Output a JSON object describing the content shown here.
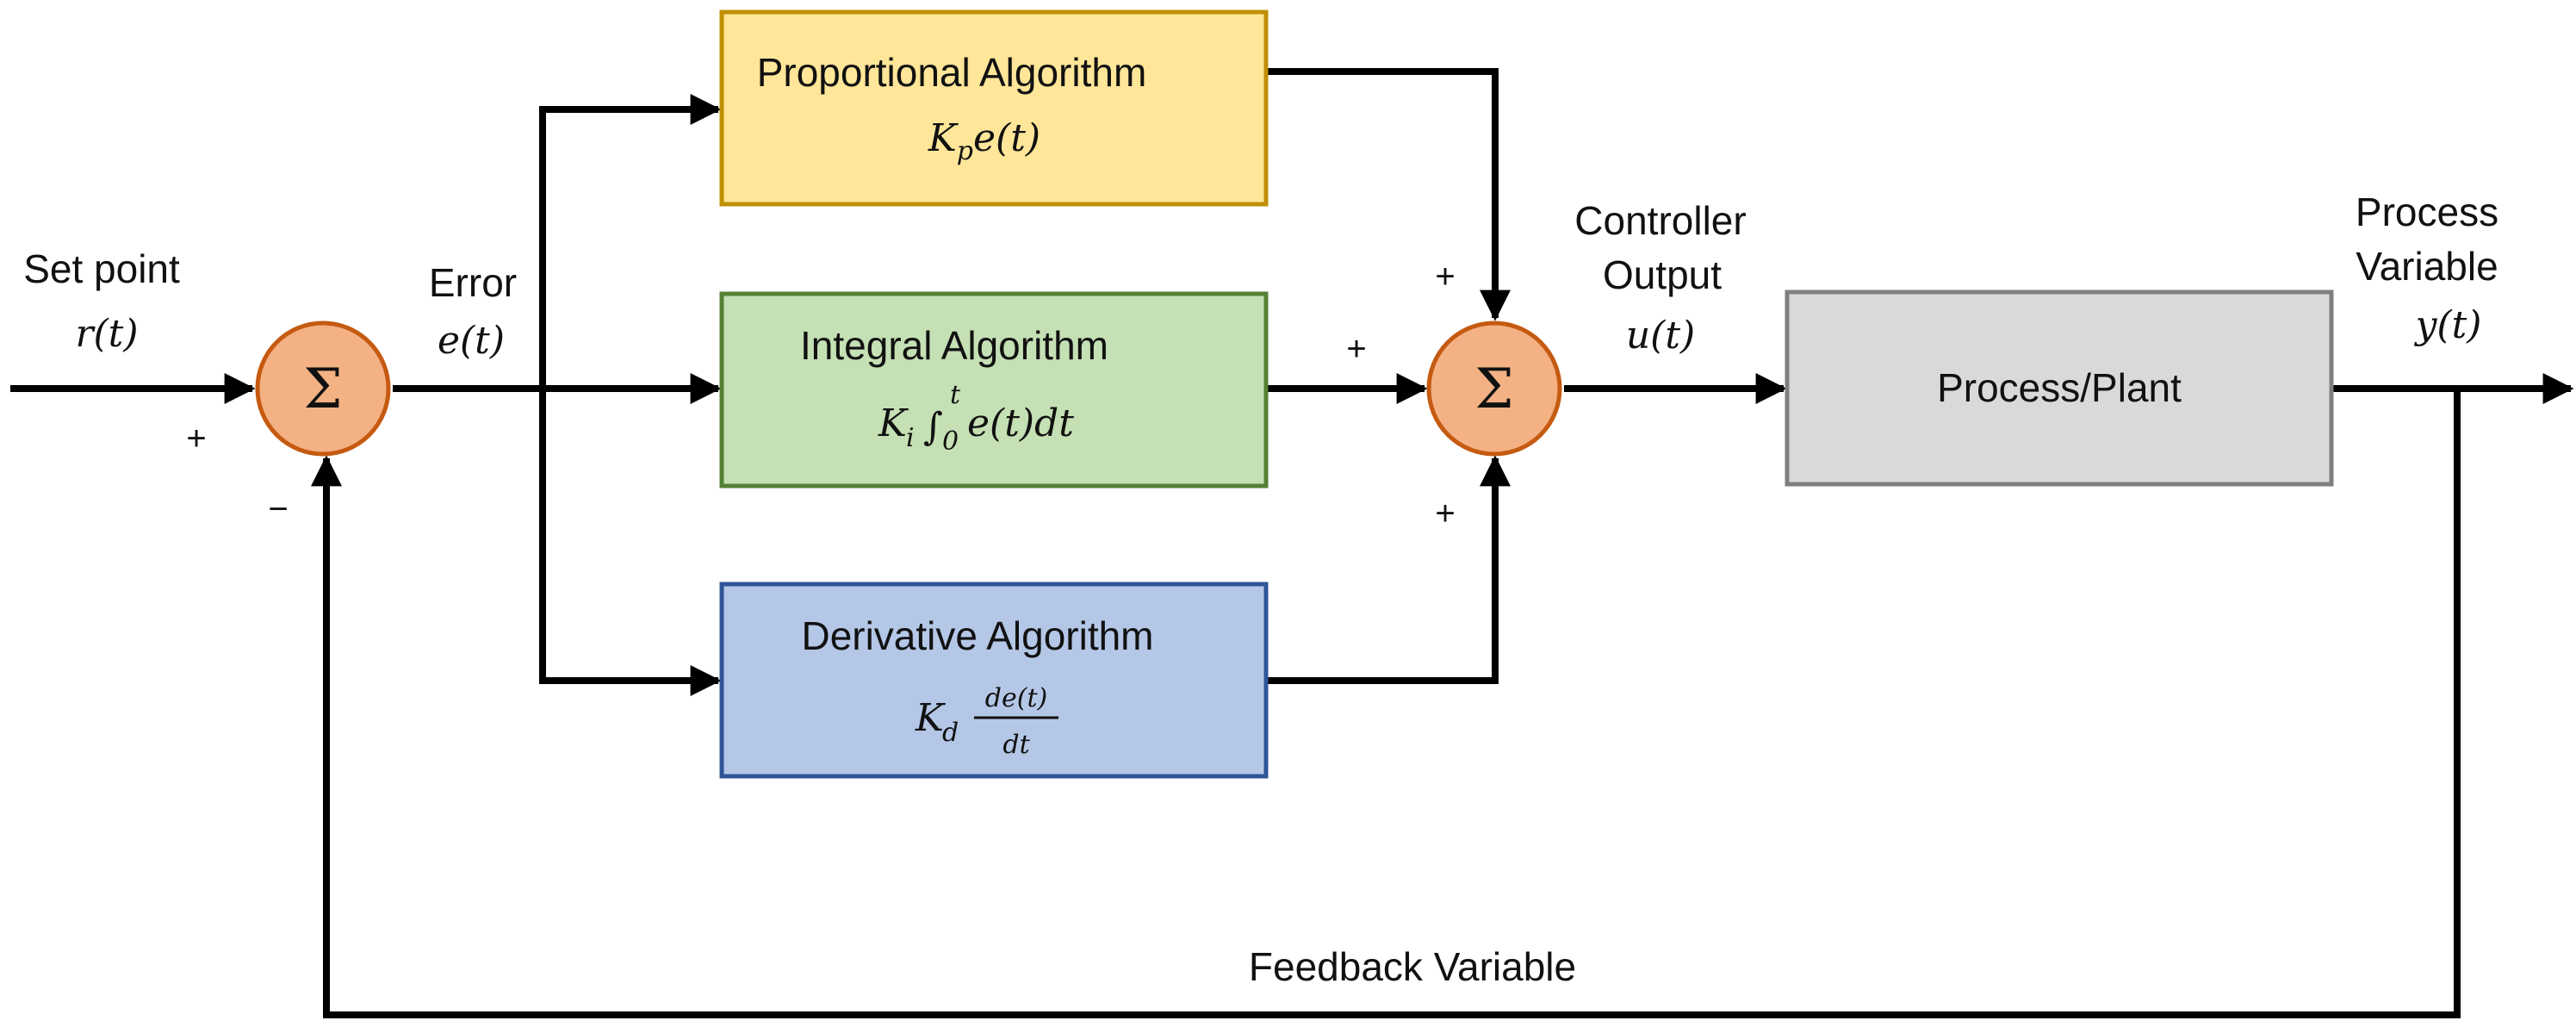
{
  "colors": {
    "sum_fill": "#f4b183",
    "sum_stroke": "#c55a11",
    "proportional_fill": "#ffe699",
    "proportional_stroke": "#bf9000",
    "integral_fill": "#c5e0b4",
    "integral_stroke": "#548235",
    "derivative_fill": "#b4c7e7",
    "derivative_stroke": "#2f5597",
    "plant_fill": "#d9d9d9",
    "plant_stroke": "#7f7f7f",
    "wire": "#000000"
  },
  "input": {
    "title": "Set point",
    "symbol": "r(t)"
  },
  "error": {
    "title": "Error",
    "symbol": "e(t)"
  },
  "sum_symbol": "Σ",
  "signs": {
    "setpoint_plus": "+",
    "feedback_minus": "−",
    "proportional_plus": "+",
    "integral_plus": "+",
    "derivative_plus": "+"
  },
  "blocks": {
    "proportional": {
      "title": "Proportional Algorithm",
      "formula_k": "K",
      "formula_sub": "p",
      "formula_rest": "e(t)"
    },
    "integral": {
      "title": "Integral  Algorithm",
      "formula_k": "K",
      "formula_sub": "i",
      "formula_int": "∫",
      "formula_lower": "0",
      "formula_upper": "t",
      "formula_rest": "e(t)dt"
    },
    "derivative": {
      "title": "Derivative Algorithm",
      "formula_k": "K",
      "formula_sub": "d",
      "formula_num": "de(t)",
      "formula_den": "dt"
    },
    "plant": {
      "title": "Process/Plant"
    }
  },
  "controller_output": {
    "line1": "Controller",
    "line2": "Output",
    "symbol": "u(t)"
  },
  "process_variable": {
    "line1": "Process",
    "line2": "Variable",
    "symbol": "y(t)"
  },
  "feedback": {
    "label": "Feedback Variable"
  }
}
